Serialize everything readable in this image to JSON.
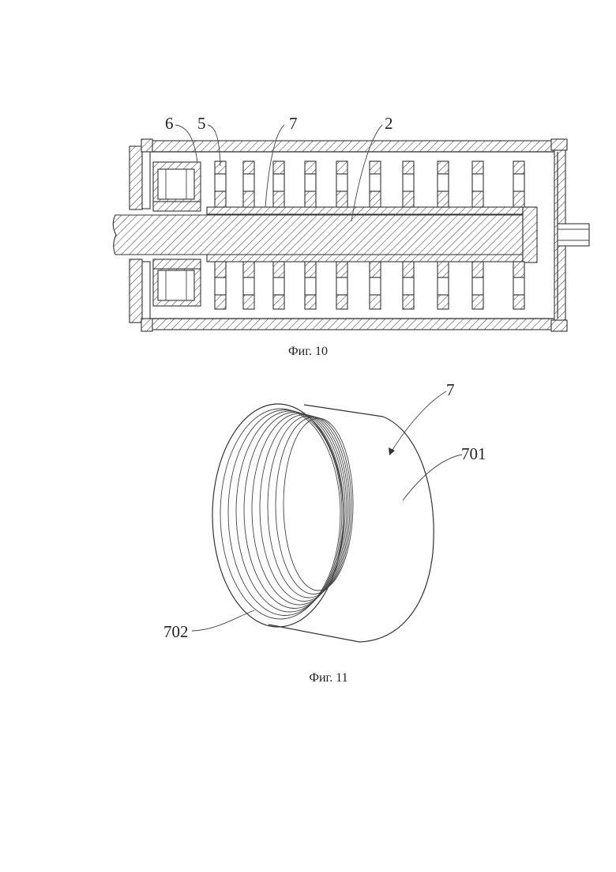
{
  "figures": [
    {
      "caption": "Фиг. 10",
      "labels": [
        "6",
        "5",
        "7",
        "2"
      ]
    },
    {
      "caption": "Фиг. 11",
      "labels": [
        "7",
        "701",
        "702"
      ]
    }
  ]
}
